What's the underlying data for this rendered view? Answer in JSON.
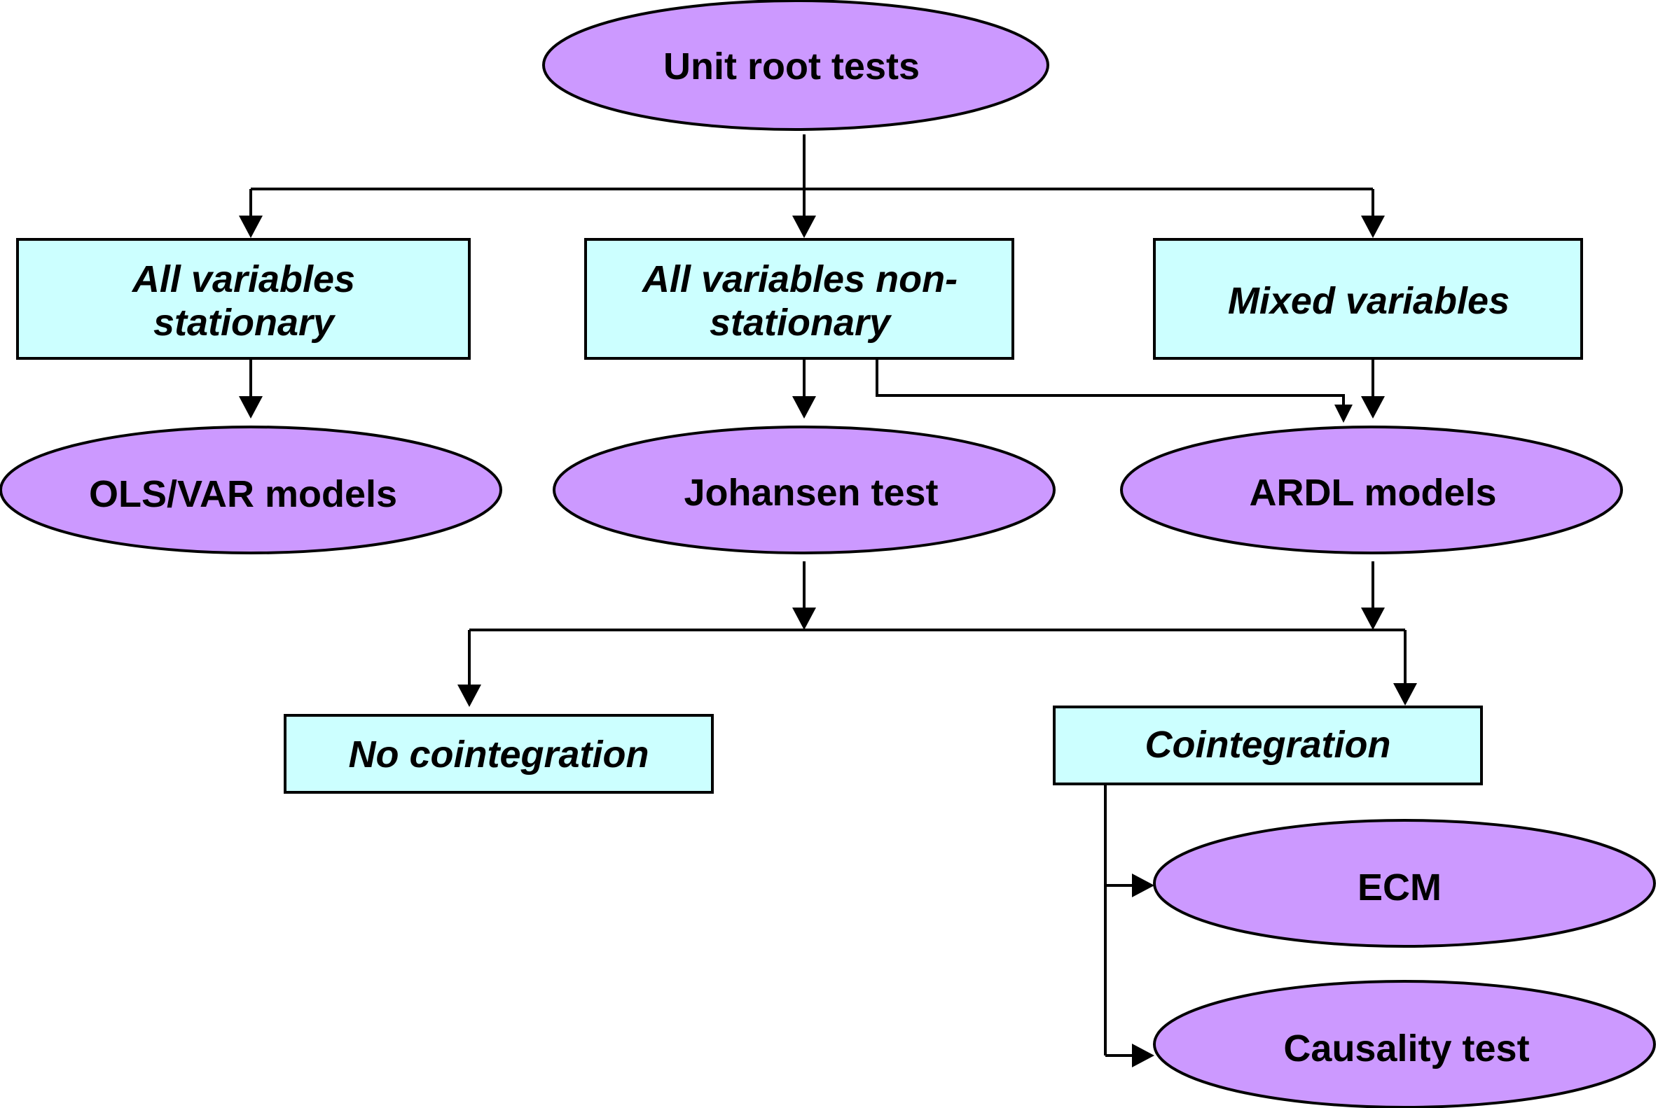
{
  "diagram": {
    "root": "Unit root tests",
    "branch_all_stationary": [
      "All variables",
      "stationary"
    ],
    "branch_all_nonstationary": [
      "All variables non-",
      "stationary"
    ],
    "branch_mixed": "Mixed variables",
    "ols_var": "OLS/VAR models",
    "johansen": "Johansen test",
    "ardl": "ARDL models",
    "no_cointegration": "No cointegration",
    "cointegration": "Cointegration",
    "ecm": "ECM",
    "causality": "Causality test"
  },
  "colors": {
    "ellipse_fill": "#cc99ff",
    "box_fill": "#ccffff",
    "stroke": "#000000"
  }
}
